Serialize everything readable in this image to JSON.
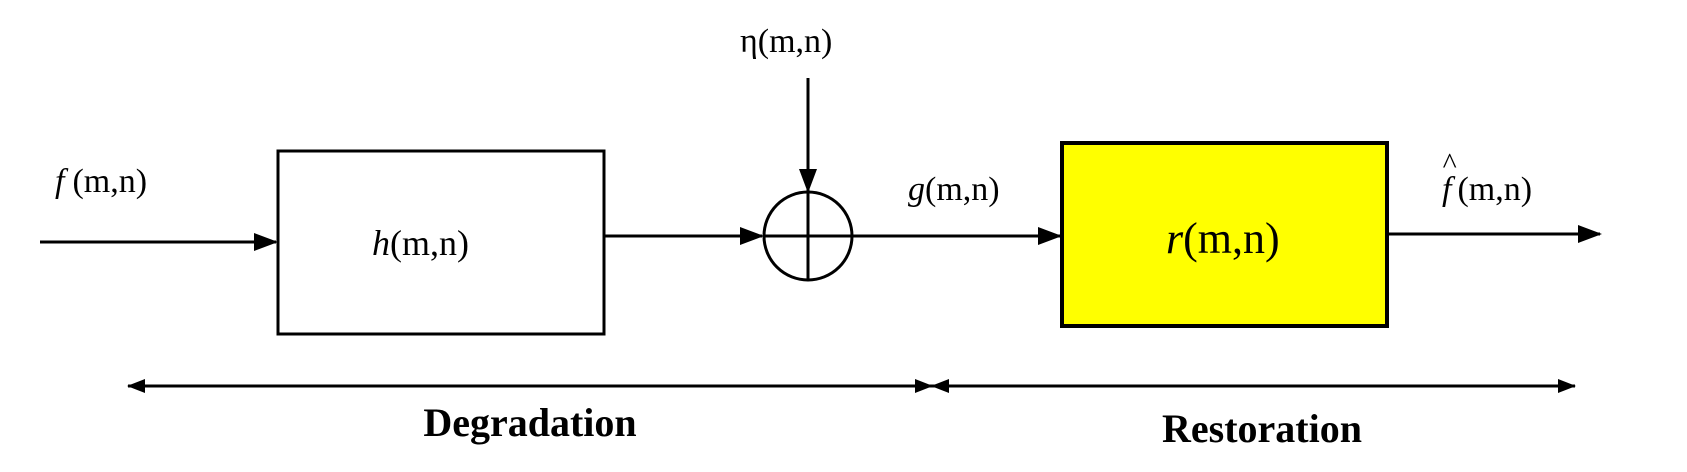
{
  "diagram": {
    "input_signal": {
      "func": "f",
      "args": "(m,n)"
    },
    "noise_signal": {
      "func": "η",
      "args": "(m,n)"
    },
    "degradation_block": {
      "func": "h",
      "args": "(m,n)"
    },
    "degraded_signal": {
      "func": "g",
      "args": "(m,n)"
    },
    "restoration_block": {
      "func": "r",
      "args": "(m,n)",
      "fill": "#ffff00"
    },
    "output_signal": {
      "func": "f",
      "hat": "^",
      "args": "(m,n)"
    },
    "stages": {
      "degradation": "Degradation",
      "restoration": "Restoration"
    }
  }
}
